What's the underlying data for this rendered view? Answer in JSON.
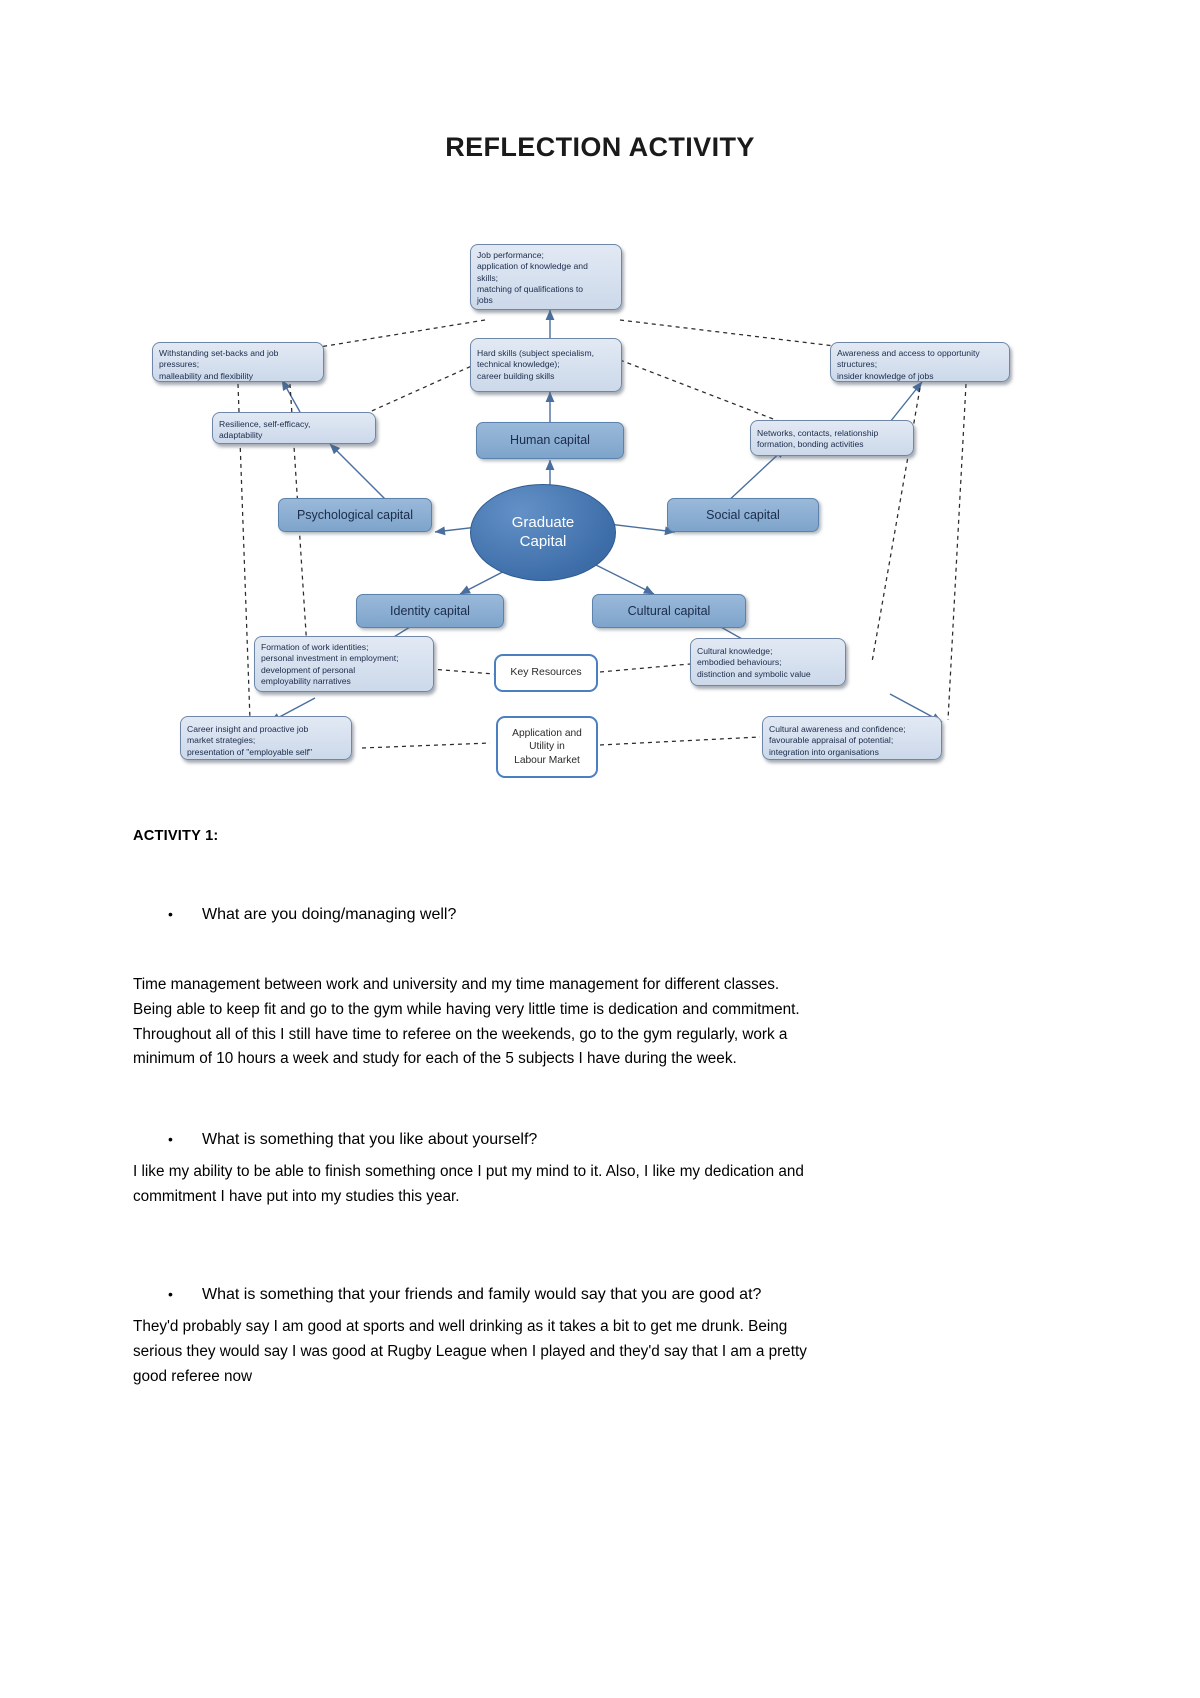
{
  "document": {
    "title": "REFLECTION ACTIVITY"
  },
  "diagram": {
    "center": {
      "line1": "Graduate",
      "line2": "Capital"
    },
    "capitals": {
      "human": "Human capital",
      "psychological": "Psychological capital",
      "social": "Social capital",
      "identity": "Identity  capital",
      "cultural": "Cultural capital"
    },
    "key_boxes": {
      "key_resources": "Key Resources",
      "application_line1": "Application and",
      "application_line2": "Utility  in",
      "application_line3": "Labour Market"
    },
    "details": {
      "job_performance": {
        "l1": "Job performance;",
        "l2": "application of knowledge and",
        "l3": "skills;",
        "l4": "matching of qualifications to",
        "l5": "jobs"
      },
      "hard_skills": {
        "l1": "Hard skills (subject specialism,",
        "l2": "technical knowledge);",
        "l3": "career building skills"
      },
      "withstanding": {
        "l1": "Withstanding set-backs and job",
        "l2": "pressures;",
        "l3": "malleability and flexibility"
      },
      "resilience": {
        "l1": "Resilience, self-efficacy,",
        "l2": "adaptability"
      },
      "awareness_access": {
        "l1": "Awareness and access to opportunity",
        "l2": "structures;",
        "l3": "insider knowledge of jobs"
      },
      "networks": {
        "l1": "Networks, contacts, relationship",
        "l2": "formation, bonding activities"
      },
      "formation_identities": {
        "l1": "Formation of work identities;",
        "l2": "personal investment in employment;",
        "l3": "development of personal",
        "l4": "employability narratives"
      },
      "cultural_knowledge": {
        "l1": "Cultural knowledge;",
        "l2": "embodied behaviours;",
        "l3": "distinction and symbolic value"
      },
      "career_insight": {
        "l1": "Career insight and proactive job",
        "l2": "market strategies;",
        "l3": "presentation of \"employable self\""
      },
      "cultural_awareness": {
        "l1": "Cultural awareness and confidence;",
        "l2": "favourable appraisal of potential;",
        "l3": "integration into organisations"
      }
    },
    "colors": {
      "capital_fill": "#8fb0d4",
      "detail_fill": "#d9e2f0",
      "center_fill": "#4a7ab5",
      "border": "#5b82ad",
      "key_border": "#4a7fc1"
    }
  },
  "activity": {
    "label": "ACTIVITY 1:",
    "questions": {
      "q1": "What are you doing/managing well?",
      "q2": "What is something that you like about yourself?",
      "q3": "What is something that your friends and family would say that you are good at?"
    },
    "answer1": {
      "l1": "Time management between work and university and my time management for different classes.",
      "l2": "Being able to keep fit and go to the gym while having very little time is dedication and commitment.",
      "l3": "Throughout all of this I still have time to referee on the weekends, go to the gym regularly, work a",
      "l4": "minimum of 10 hours a week and study for each of the 5 subjects I have during the week."
    },
    "answer2": {
      "l1": "I like my ability to be able to finish something once I put my mind to it. Also, I like my dedication and",
      "l2": "commitment I have put into my studies this year."
    },
    "answer3": {
      "l1": "They'd probably say I am good at sports and well drinking as it takes a bit to get me drunk. Being",
      "l2": "serious they would say I was good at Rugby League when I played and they'd say that I am a pretty",
      "l3": "good referee now"
    },
    "bullet_glyph": "•"
  }
}
